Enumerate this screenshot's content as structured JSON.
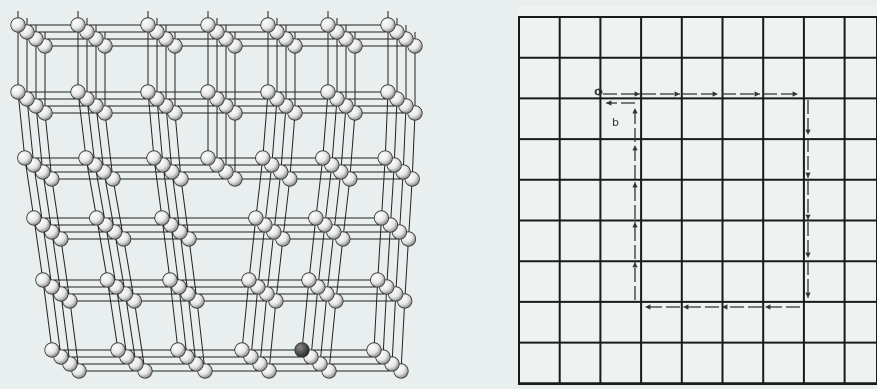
{
  "figure": {
    "left_panel": {
      "subject": "edge-dislocation-lattice"
    },
    "right_panel": {
      "subject": "burgers-circuit",
      "labels": {
        "start": "o",
        "burgers_vector": "b"
      }
    }
  },
  "colors": {
    "background": "#e9eeee",
    "line": "#222222",
    "grid_line": "#1a1a1a",
    "atom_fill": "#f4f4f4",
    "atom_dark": "#3a3a3a"
  }
}
